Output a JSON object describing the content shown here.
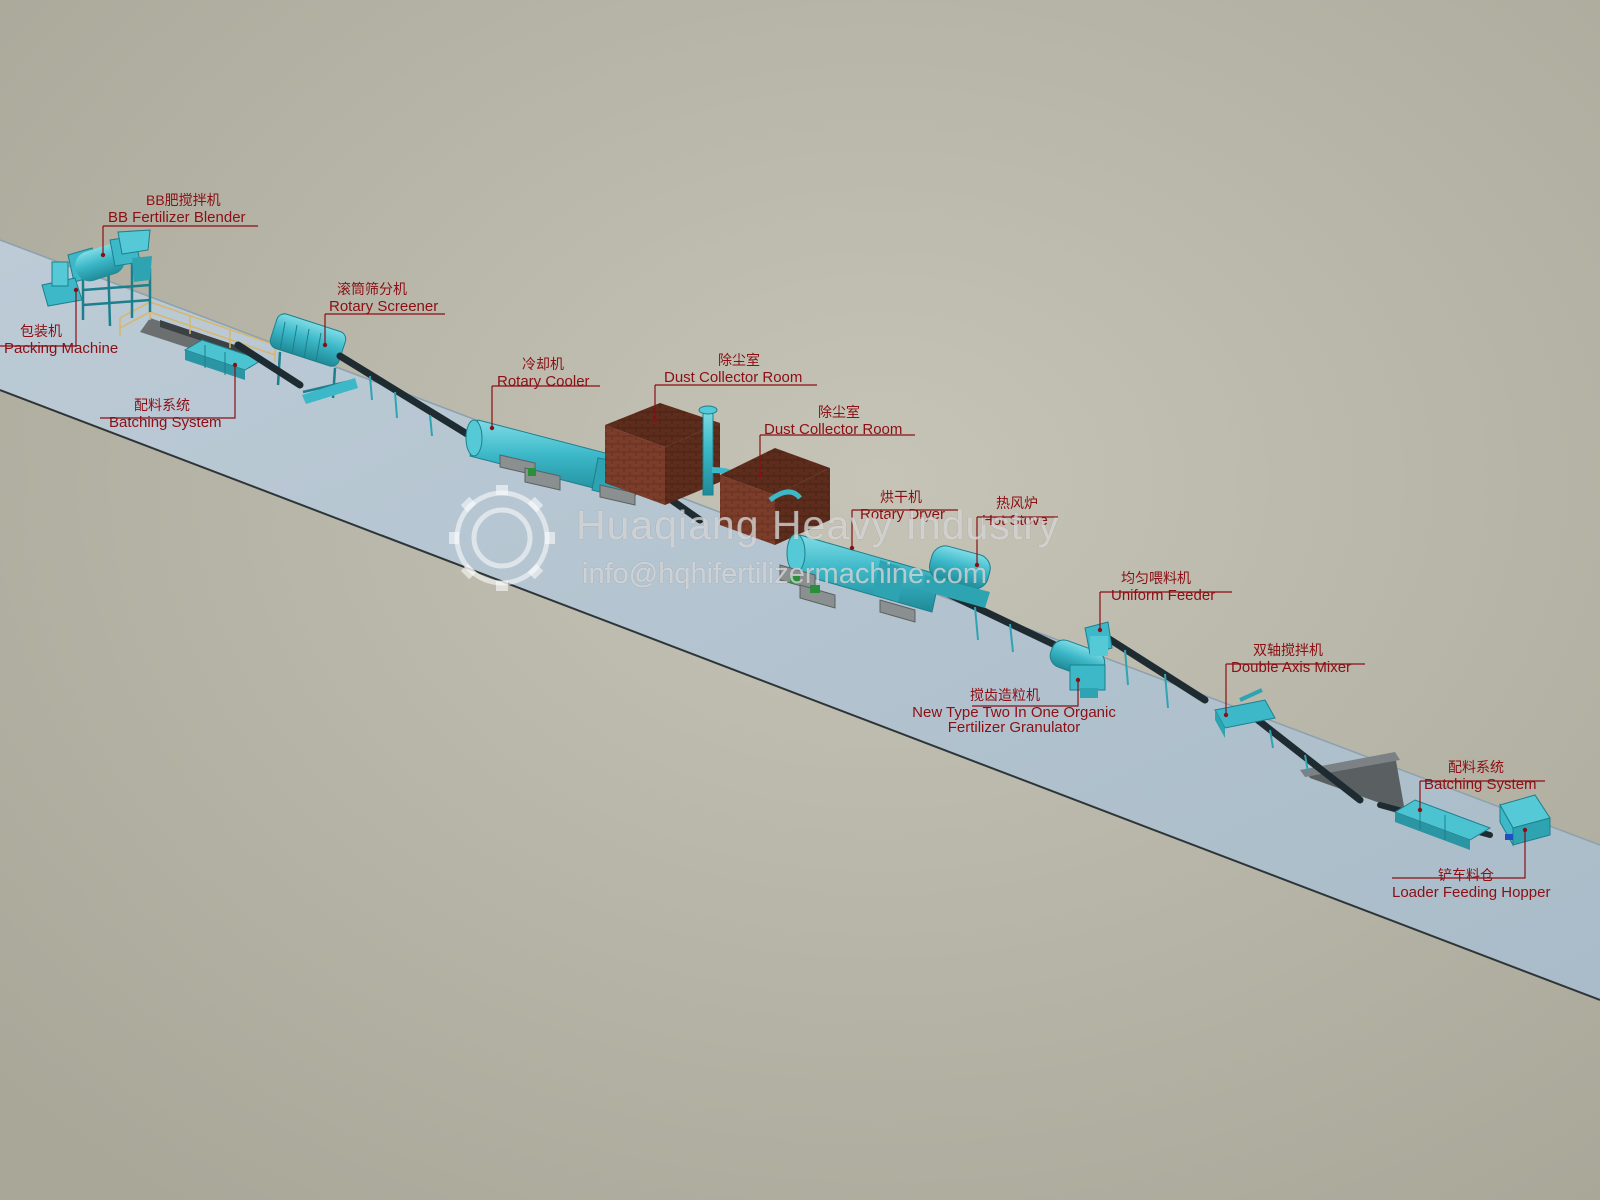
{
  "labels": [
    {
      "id": "bb-blender",
      "zh": "BB肥搅拌机",
      "en": "BB Fertilizer Blender"
    },
    {
      "id": "packing",
      "zh": "包装机",
      "en": "Packing Machine"
    },
    {
      "id": "batching-left",
      "zh": "配料系统",
      "en": "Batching System"
    },
    {
      "id": "rotary-screener",
      "zh": "滚筒筛分机",
      "en": "Rotary Screener"
    },
    {
      "id": "rotary-cooler",
      "zh": "冷却机",
      "en": "Rotary Cooler"
    },
    {
      "id": "dust-room-1",
      "zh": "除尘室",
      "en": "Dust Collector Room"
    },
    {
      "id": "dust-room-2",
      "zh": "除尘室",
      "en": "Dust Collector Room"
    },
    {
      "id": "rotary-dryer",
      "zh": "烘干机",
      "en": "Rotary Dryer"
    },
    {
      "id": "hot-stove",
      "zh": "热风炉",
      "en": "Hot Stove"
    },
    {
      "id": "uniform-feeder",
      "zh": "均匀喂料机",
      "en": "Uniform Feeder"
    },
    {
      "id": "granulator",
      "zh": "搅齿造粒机",
      "en": "New Type Two In One Organic",
      "en2": "Fertilizer Granulator"
    },
    {
      "id": "double-axis-mixer",
      "zh": "双轴搅拌机",
      "en": "Double Axis Mixer"
    },
    {
      "id": "batching-right",
      "zh": "配料系统",
      "en": "Batching System"
    },
    {
      "id": "loader-hopper",
      "zh": "铲车料仓",
      "en": "Loader Feeding Hopper"
    }
  ],
  "watermark": {
    "title": "Huaqiang Heavy Industry",
    "email": "info@hqhifertilizermachine.com"
  },
  "colors": {
    "background": "#b2b0a3",
    "floor": "#b5c6d4",
    "machine": "#3cb8c8",
    "conveyor": "#1e2b30",
    "brick": "#7a3a28",
    "label": "#8b0f14"
  }
}
